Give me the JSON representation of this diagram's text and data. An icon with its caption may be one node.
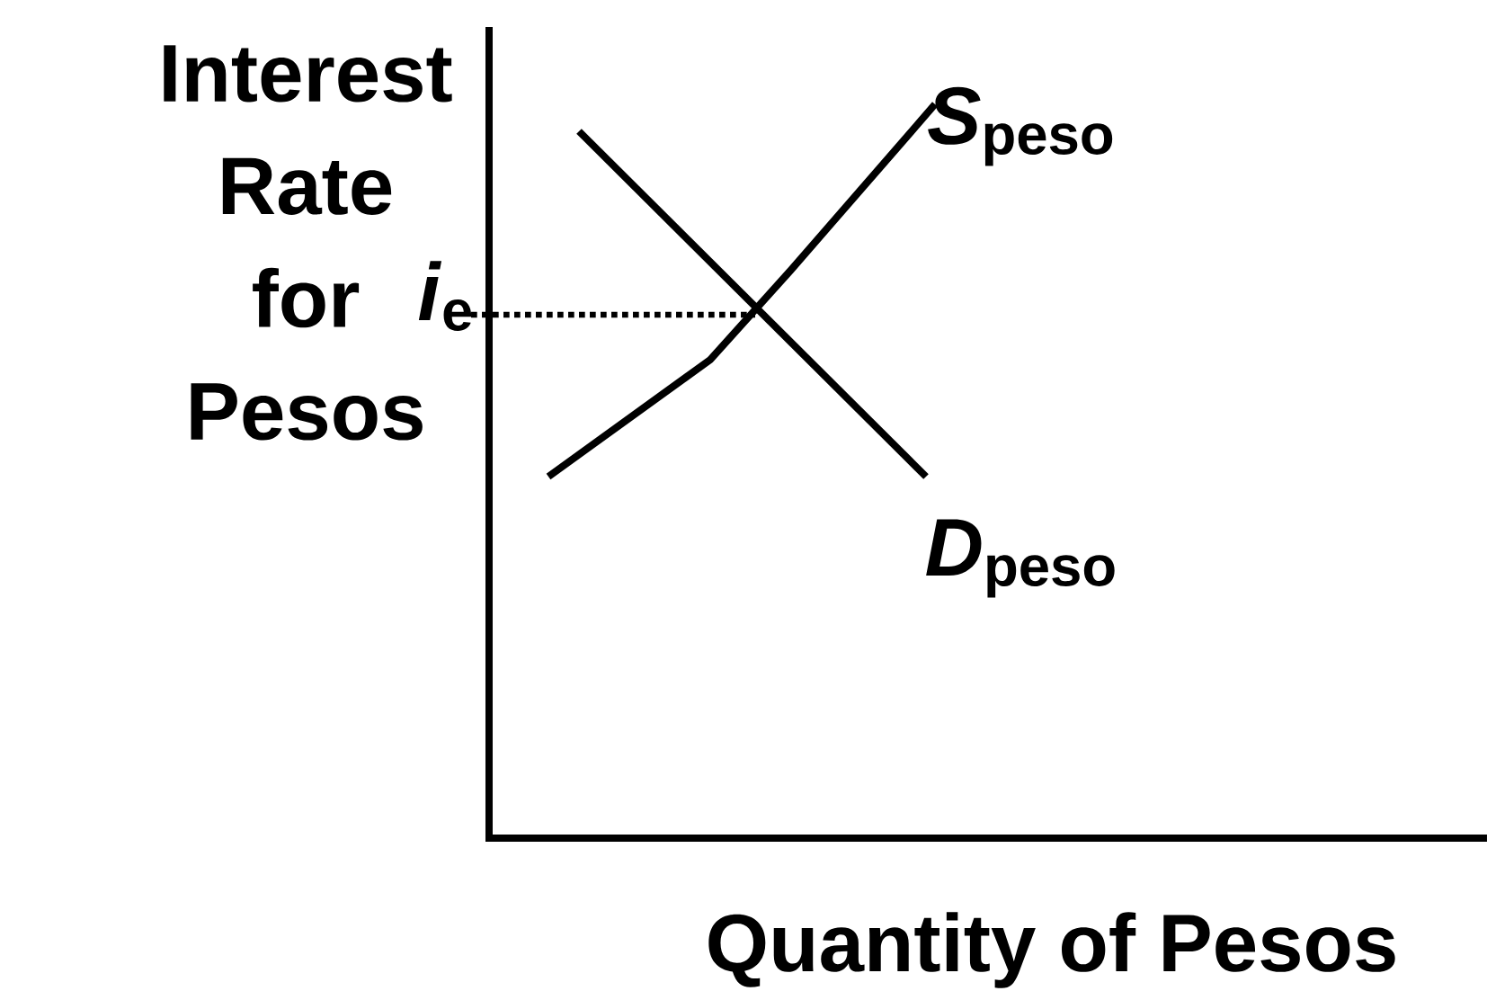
{
  "diagram": {
    "labels": [
      "Interest Rate for Pesos",
      "*i*$_{e}$",
      "*S*$_{peso}$",
      "*D*$_{peso}$",
      "Quantity of Pesos"
    ]
  }
}
